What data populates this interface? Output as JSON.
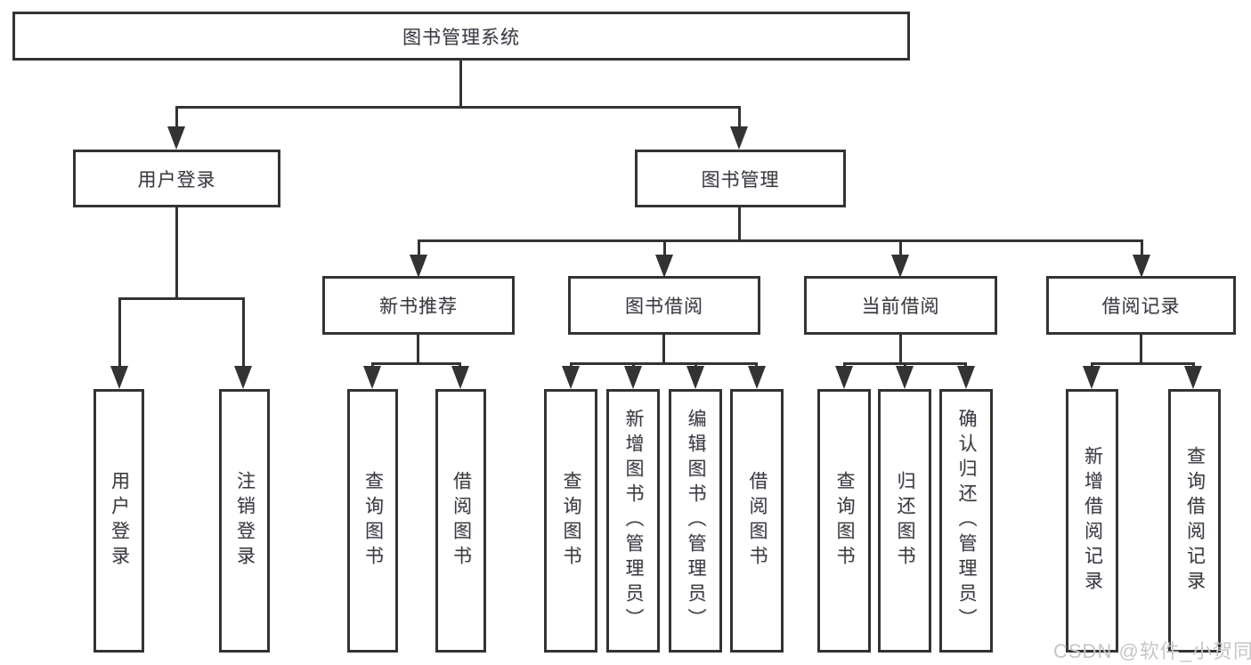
{
  "nodes": {
    "root": "图书管理系统",
    "user_login": "用户登录",
    "book_management": "图书管理",
    "new_book_recommend": "新书推荐",
    "book_borrow": "图书借阅",
    "current_borrow": "当前借阅",
    "borrow_records": "借阅记录",
    "leaf_user_login": "用户登录",
    "leaf_logout": "注销登录",
    "leaf_recommend_query_books": "查询图书",
    "leaf_recommend_borrow_books": "借阅图书",
    "leaf_borrow_query_books": "查询图书",
    "leaf_borrow_add_books": "新增图书（管理员）",
    "leaf_borrow_edit_books": "编辑图书（管理员）",
    "leaf_borrow_borrow_books": "借阅图书",
    "leaf_current_query_books": "查询图书",
    "leaf_current_return_books": "归还图书",
    "leaf_current_confirm_return": "确认归还（管理员）",
    "leaf_records_add_record": "新增借阅记录",
    "leaf_records_query_record": "查询借阅记录"
  },
  "watermark": "CSDN @软件_小贺同学",
  "colors": {
    "line": "#333333",
    "text": "#3b3b3b",
    "watermark": "#c6c6c6",
    "background": "#ffffff"
  }
}
